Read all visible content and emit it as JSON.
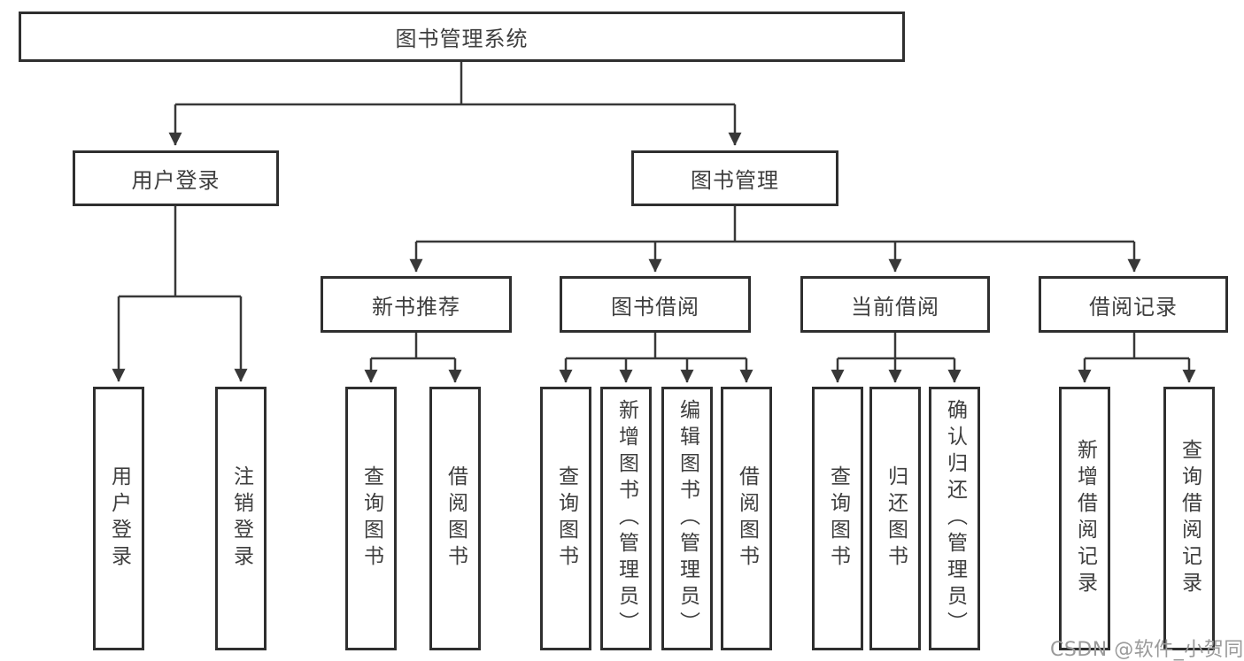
{
  "tree": {
    "label": "图书管理系统",
    "children": [
      {
        "label": "用户登录",
        "children": [
          {
            "label": "用户登录"
          },
          {
            "label": "注销登录"
          }
        ]
      },
      {
        "label": "图书管理",
        "children": [
          {
            "label": "新书推荐",
            "children": [
              {
                "label": "查询图书"
              },
              {
                "label": "借阅图书"
              }
            ]
          },
          {
            "label": "图书借阅",
            "children": [
              {
                "label": "查询图书"
              },
              {
                "label": "新增图书（管理员）"
              },
              {
                "label": "编辑图书（管理员）"
              },
              {
                "label": "借阅图书"
              }
            ]
          },
          {
            "label": "当前借阅",
            "children": [
              {
                "label": "查询图书"
              },
              {
                "label": "归还图书"
              },
              {
                "label": "确认归还（管理员）"
              }
            ]
          },
          {
            "label": "借阅记录",
            "children": [
              {
                "label": "新增借阅记录"
              },
              {
                "label": "查询借阅记录"
              }
            ]
          }
        ]
      }
    ]
  },
  "watermark": {
    "text": "CSDN @软件_小贺同学"
  },
  "colors": {
    "line": "#383838",
    "box_border": "#2f2f2f",
    "text": "#3e3e3e",
    "watermark": "#9a9a9a",
    "background": "#ffffff"
  }
}
